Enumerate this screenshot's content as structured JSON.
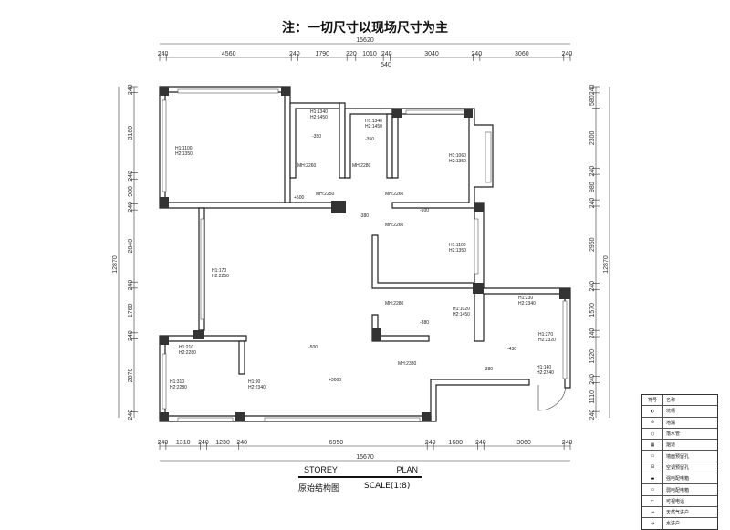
{
  "title": "注：一切尺寸以现场尺寸为主",
  "top_dims": {
    "total": "15620",
    "segments": [
      "240",
      "4560",
      "240",
      "1790",
      "320",
      "1010",
      "240",
      "3040",
      "240",
      "3060",
      "240"
    ],
    "sub": "540"
  },
  "bottom_dims": {
    "total": "15670",
    "segments": [
      "240",
      "1310",
      "240",
      "1230",
      "240",
      "6950",
      "240",
      "1680",
      "240",
      "3060",
      "240"
    ]
  },
  "left_dims": {
    "total": "12870",
    "segments": [
      "240",
      "3160",
      "240",
      "980",
      "240",
      "2840",
      "240",
      "1760",
      "240",
      "2870",
      "240"
    ]
  },
  "right_dims": {
    "total": "12870",
    "segments": [
      "240",
      "580",
      "2300",
      "240",
      "980",
      "240",
      "2950",
      "240",
      "1570",
      "240",
      "1520",
      "240",
      "1110",
      "240"
    ]
  },
  "rooms": [
    {
      "h1": "H1:1100",
      "h2": "H2:1350"
    },
    {
      "h1": "H1:1340",
      "h2": "H2:1450"
    },
    {
      "h1": "H1:1340",
      "h2": "H2:1450"
    },
    {
      "h1": "H1:1060",
      "h2": "H2:1350"
    },
    {
      "h1": "H1:1100",
      "h2": "H2:1350"
    },
    {
      "h1": "H1:170",
      "h2": "H2:2250"
    },
    {
      "h1": "H1:1020",
      "h2": "H2:1450"
    },
    {
      "h1": "H1:230",
      "h2": "H2:2340"
    },
    {
      "h1": "H1:270",
      "h2": "H2:2320"
    },
    {
      "h1": "H1:140",
      "h2": "H2:2240"
    },
    {
      "h1": "H1:210",
      "h2": "H2:2280"
    },
    {
      "h1": "H1:310",
      "h2": "H2:2280"
    },
    {
      "h1": "H1:90",
      "h2": "H2:2340"
    }
  ],
  "mh_labels": [
    "MH:2260",
    "MH:2280",
    "MH:2250",
    "MH:2260",
    "MH:2260",
    "MH:2280",
    "MH:2380"
  ],
  "levels": [
    "-350",
    "-350",
    "+500",
    "-500",
    "-380",
    "-380",
    "-500",
    "+3000",
    "-380",
    "-430"
  ],
  "footer": {
    "storey": "STOREY",
    "plan": "PLAN",
    "name": "原始结构图",
    "scale": "SCALE(1:8)"
  },
  "legend": {
    "header": {
      "sym": "符号",
      "name": "名称"
    },
    "items": [
      {
        "sym": "◐",
        "name": "坑槽"
      },
      {
        "sym": "⊘",
        "name": "地漏"
      },
      {
        "sym": "○",
        "name": "落水管"
      },
      {
        "sym": "▦",
        "name": "烟道"
      },
      {
        "sym": "▭",
        "name": "墙面预留孔"
      },
      {
        "sym": "⊟",
        "name": "空调预留孔"
      },
      {
        "sym": "▬",
        "name": "强电配电箱"
      },
      {
        "sym": "▭",
        "name": "弱电配电箱"
      },
      {
        "sym": "⌐",
        "name": "可视电话"
      },
      {
        "sym": "⊸",
        "name": "天然气进户"
      },
      {
        "sym": "→",
        "name": "水进户"
      }
    ]
  },
  "colors": {
    "wall": "#222222",
    "column": "#333333",
    "line": "#333333"
  }
}
